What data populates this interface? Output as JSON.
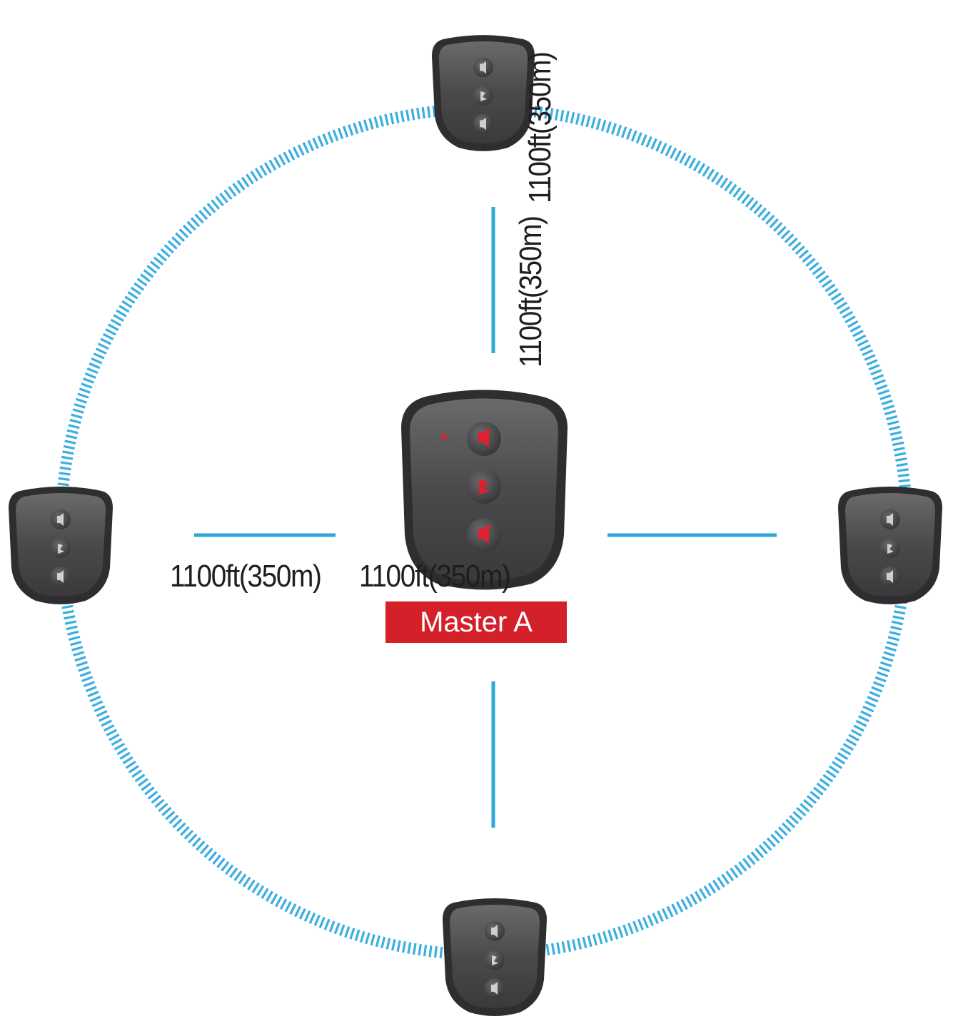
{
  "labels": {
    "distance_top_outer": "1100ft(350m)",
    "distance_top_inner": "1100ft(350m)",
    "distance_left": "1100ft(350m)",
    "distance_center": "1100ft(350m)"
  },
  "master": {
    "label": "Master A",
    "color": "#d32029"
  },
  "colors": {
    "ring": "#3aaee0",
    "line": "#2fa7d8",
    "device_body": "#4a4a4c",
    "device_rim": "#2e2e30",
    "button_icon": "#cfcfcf",
    "master_icon": "#e02030"
  },
  "devices": [
    {
      "role": "remote-top",
      "icon": "speaker-icon"
    },
    {
      "role": "remote-left",
      "icon": "speaker-icon"
    },
    {
      "role": "remote-right",
      "icon": "speaker-icon"
    },
    {
      "role": "remote-bottom",
      "icon": "speaker-icon"
    },
    {
      "role": "master",
      "icon": "speaker-icon"
    }
  ]
}
